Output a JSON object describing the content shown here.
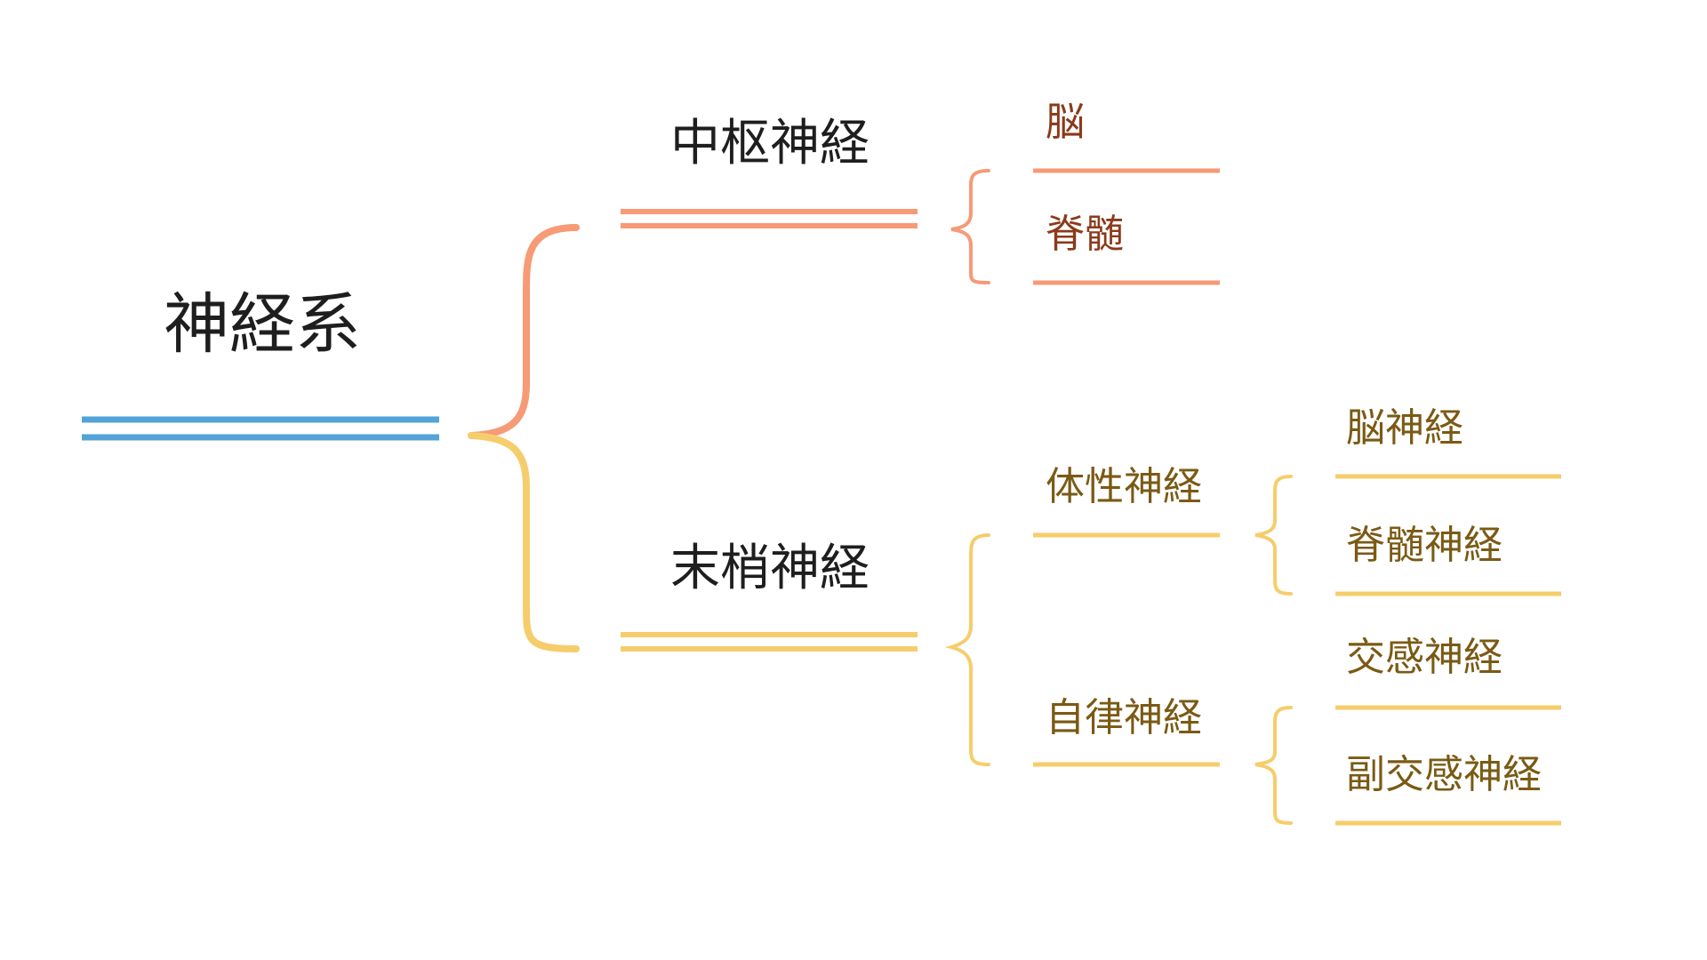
{
  "diagram": {
    "root": {
      "label": "神経系",
      "color": "#52a3d8"
    },
    "central": {
      "label": "中枢神経",
      "color": "#f79a76",
      "children": [
        {
          "label": "脳"
        },
        {
          "label": "脊髄"
        }
      ]
    },
    "peripheral": {
      "label": "末梢神経",
      "color": "#f6cd6c",
      "children": [
        {
          "label": "体性神経",
          "children": [
            {
              "label": "脳神経"
            },
            {
              "label": "脊髄神経"
            }
          ]
        },
        {
          "label": "自律神経",
          "children": [
            {
              "label": "交感神経"
            },
            {
              "label": "副交感神経"
            }
          ]
        }
      ]
    },
    "text_colors": {
      "primary": "#1e1e1e",
      "central_leaf": "#8a3a1a",
      "peripheral_leaf": "#7a5a14"
    }
  }
}
